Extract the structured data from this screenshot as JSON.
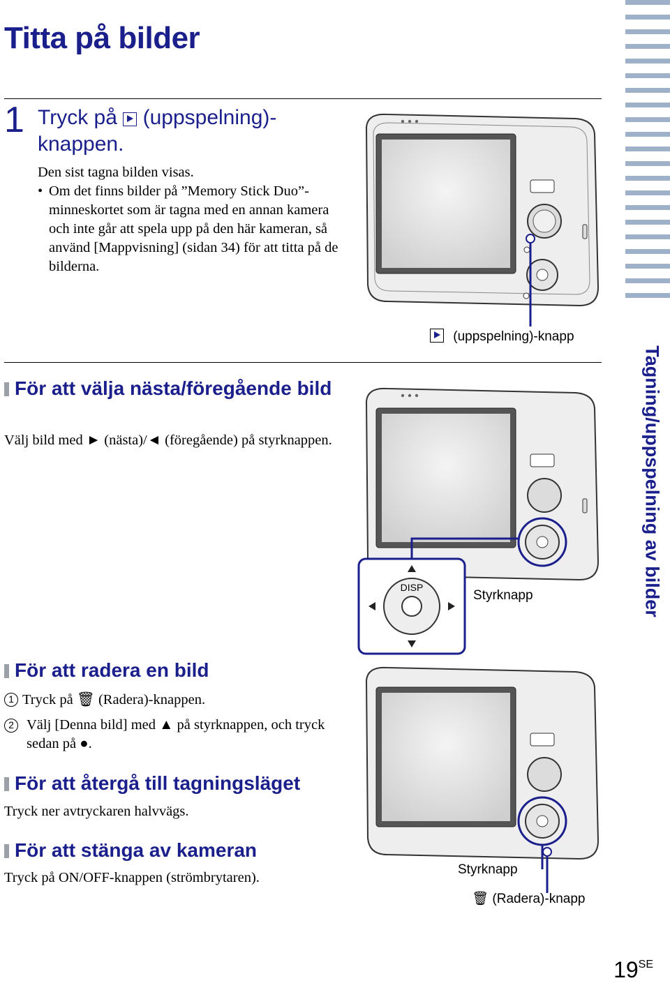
{
  "page_title": "Titta på bilder",
  "step1": {
    "number": "1",
    "title_before": "Tryck på",
    "title_after": "(uppspelning)-knappen.",
    "play_icon": "play-icon",
    "text1": "Den sist tagna bilden visas.",
    "bullet": "Om det finns bilder på ”Memory Stick Duo”-minneskortet som är tagna med en annan kamera och inte går att spela upp på den här kameran, så använd [Mappvisning] (sidan 34) för att titta på de bilderna."
  },
  "sec_next_prev": {
    "heading": "För att välja nästa/föregående bild",
    "text": "Välj bild med ► (nästa)/◄ (föregående) på styrknappen."
  },
  "sec_delete": {
    "heading": "För att radera en bild",
    "items": [
      {
        "num": "1",
        "text": "Tryck på 🗑 (Radera)-knappen."
      },
      {
        "num": "2",
        "text": "Välj [Denna bild] med ▲ på styrknappen, och tryck sedan på ●."
      }
    ]
  },
  "sec_return": {
    "heading": "För att återgå till tagningsläget",
    "text": "Tryck ner avtryckaren halvvägs."
  },
  "sec_off": {
    "heading": "För att stänga av kameran",
    "text": "Tryck på ON/OFF-knappen (strömbrytaren)."
  },
  "figure_labels": {
    "play_button": "(uppspelning)-knapp",
    "control_button_1": "Styrknapp",
    "control_button_2": "Styrknapp",
    "delete_button": "(Radera)-knapp",
    "disp": "DISP"
  },
  "side_tab": "Tagning/uppspelning av bilder",
  "page_number": "19",
  "page_suffix": "SE",
  "colors": {
    "heading": "#1a1f8c",
    "accent": "#9fb1c9"
  }
}
